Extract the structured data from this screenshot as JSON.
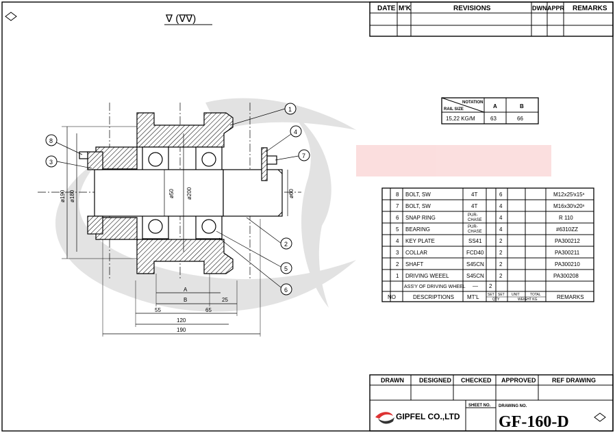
{
  "surface_symbol": "∇ (∇∇)",
  "revisions": {
    "headers": [
      "DATE",
      "M'K",
      "REVISIONS",
      "DWN",
      "APPR",
      "REMARKS"
    ]
  },
  "notation": {
    "label_top": "NOTATION",
    "label_bottom": "RAIL SIZE",
    "col_a": "A",
    "col_b": "B",
    "rail": "15,22 KG/M",
    "a": "63",
    "b": "66"
  },
  "parts": {
    "rows": [
      {
        "no": "8",
        "desc": "BOLT, SW",
        "mtl": "4T",
        "qty": "6",
        "remarks": "M12x25ˡx15ˢ"
      },
      {
        "no": "7",
        "desc": "BOLT, SW",
        "mtl": "4T",
        "qty": "4",
        "remarks": "M16x30ˡx20ˢ"
      },
      {
        "no": "6",
        "desc": "SNAP RING",
        "mtl": "PUR-\nCHASE",
        "qty": "4",
        "remarks": "R 110"
      },
      {
        "no": "5",
        "desc": "BEARING",
        "mtl": "PUR-\nCHASE",
        "qty": "4",
        "remarks": "#6310ZZ"
      },
      {
        "no": "4",
        "desc": "KEY PLATE",
        "mtl": "SS41",
        "qty": "2",
        "remarks": "PA300212"
      },
      {
        "no": "3",
        "desc": "COLLAR",
        "mtl": "FCD40",
        "qty": "2",
        "remarks": "PA300211"
      },
      {
        "no": "2",
        "desc": "SHAFT",
        "mtl": "S45CN",
        "qty": "2",
        "remarks": "PA300210"
      },
      {
        "no": "1",
        "desc": "DRIVING WEEEL",
        "mtl": "S45CN",
        "qty": "2",
        "remarks": "PA300208"
      }
    ],
    "assembly": {
      "desc": "ASS'Y OF DRIVING WHEEL",
      "mtl": "—",
      "qty": "2"
    },
    "header": {
      "no": "NO",
      "desc": "DESCRIPTIONS",
      "mtl": "MT'L",
      "set": "SET",
      "qty": "QTY",
      "unit": "UNIT",
      "total": "TOTAL",
      "weight": "WEIGHT KG",
      "remarks": "REMARKS"
    }
  },
  "dimensions": {
    "d190": "ø190",
    "d180": "ø180",
    "d50": "ø50",
    "d200": "ø200",
    "d60": "ø60",
    "a": "A",
    "b": "B",
    "dim25": "25",
    "dim55": "55",
    "dim65": "65",
    "dim120": "120",
    "dim190": "190"
  },
  "balloons": [
    "1",
    "2",
    "3",
    "4",
    "5",
    "6",
    "7",
    "8"
  ],
  "title_block": {
    "drawn": "DRAWN",
    "designed": "DESIGNED",
    "checked": "CHECKED",
    "approved": "APPROVED",
    "ref_drawing": "REF DRAWING",
    "sheet_no": "SHEET NO.",
    "drawing_no_label": "DRAWING NO.",
    "company": "GIPFEL CO.,LTD",
    "drawing_no": "GF-160-D"
  }
}
